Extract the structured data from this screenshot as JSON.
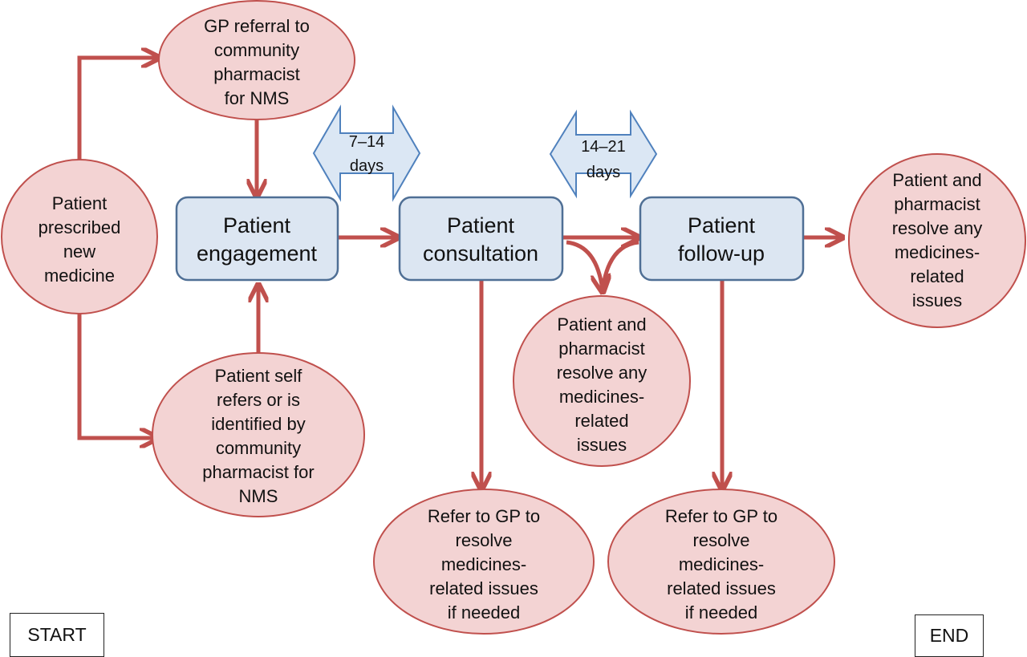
{
  "colors": {
    "oval_fill": "#f3d3d3",
    "oval_stroke": "#c0504d",
    "box_fill": "#dce6f2",
    "box_stroke": "#4f6f95",
    "arrow": "#c0504d",
    "interval_fill": "#dbe7f4",
    "interval_stroke": "#4f81bd"
  },
  "nodes": {
    "start_oval": {
      "lines": [
        "Patient",
        "prescribed",
        "new",
        "medicine"
      ]
    },
    "gp_referral": {
      "lines": [
        "GP referral to",
        "community",
        "pharmacist",
        "for NMS"
      ]
    },
    "self_refer": {
      "lines": [
        "Patient self",
        "refers or is",
        "identified by",
        "community",
        "pharmacist for",
        "NMS"
      ]
    },
    "engagement": {
      "lines": [
        "Patient",
        "engagement"
      ]
    },
    "consultation": {
      "lines": [
        "Patient",
        "consultation"
      ]
    },
    "followup": {
      "lines": [
        "Patient",
        "follow-up"
      ]
    },
    "resolve_mid": {
      "lines": [
        "Patient and",
        "pharmacist",
        "resolve any",
        "medicines-",
        "related",
        "issues"
      ]
    },
    "resolve_end": {
      "lines": [
        "Patient and",
        "pharmacist",
        "resolve any",
        "medicines-",
        "related",
        "issues"
      ]
    },
    "refer_gp_1": {
      "lines": [
        "Refer to GP to",
        "resolve",
        "medicines-",
        "related issues",
        "if needed"
      ]
    },
    "refer_gp_2": {
      "lines": [
        "Refer to GP to",
        "resolve",
        "medicines-",
        "related issues",
        "if needed"
      ]
    }
  },
  "intervals": {
    "first": {
      "lines": [
        "7–14",
        "days"
      ]
    },
    "second": {
      "lines": [
        "14–21",
        "days"
      ]
    }
  },
  "markers": {
    "start": "START",
    "end": "END"
  }
}
